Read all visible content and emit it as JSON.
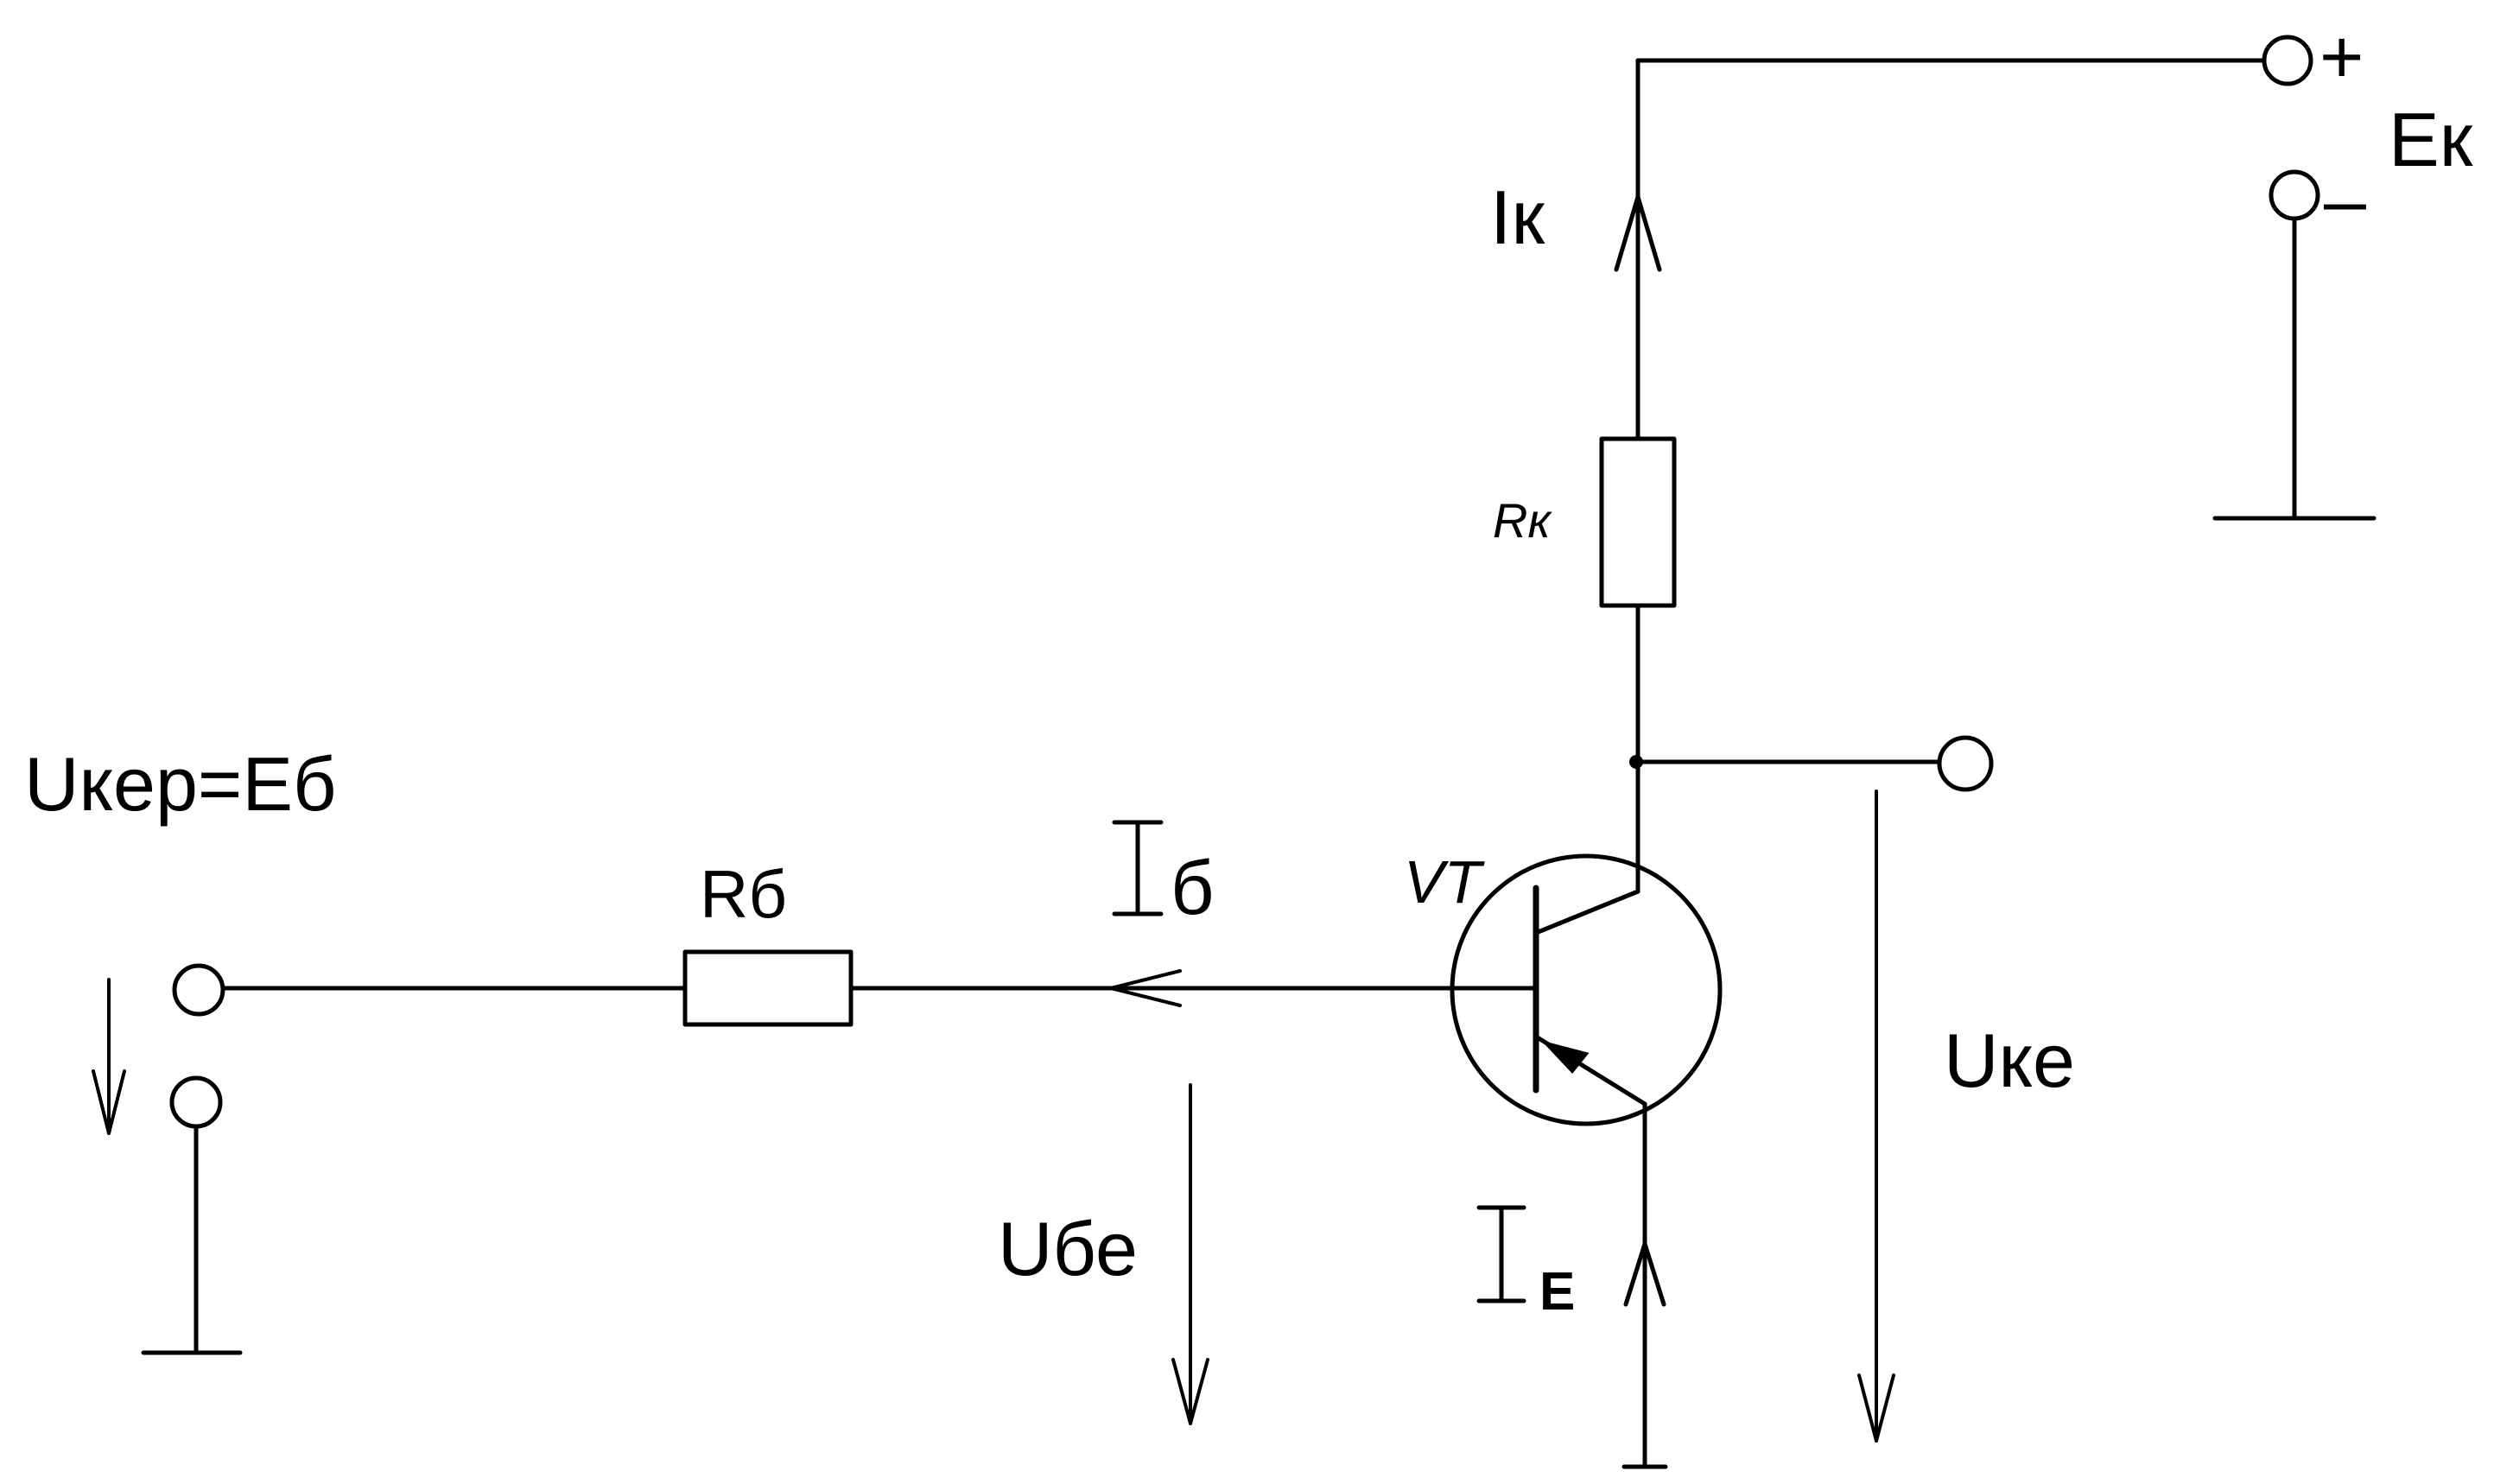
{
  "labels": {
    "supply": "Eк",
    "supply_plus": "+",
    "supply_minus": "–",
    "collector_current": "Iк",
    "collector_resistor": "Rк",
    "input_voltage": "Uкер=Eб",
    "base_resistor": "Rб",
    "base_current_symbol": "I",
    "base_current_subscript": "б",
    "transistor": "VT",
    "collector_emitter_voltage": "Uке",
    "base_emitter_voltage": "Uбе",
    "emitter_current_symbol": "I",
    "emitter_current_subscript": "E"
  }
}
